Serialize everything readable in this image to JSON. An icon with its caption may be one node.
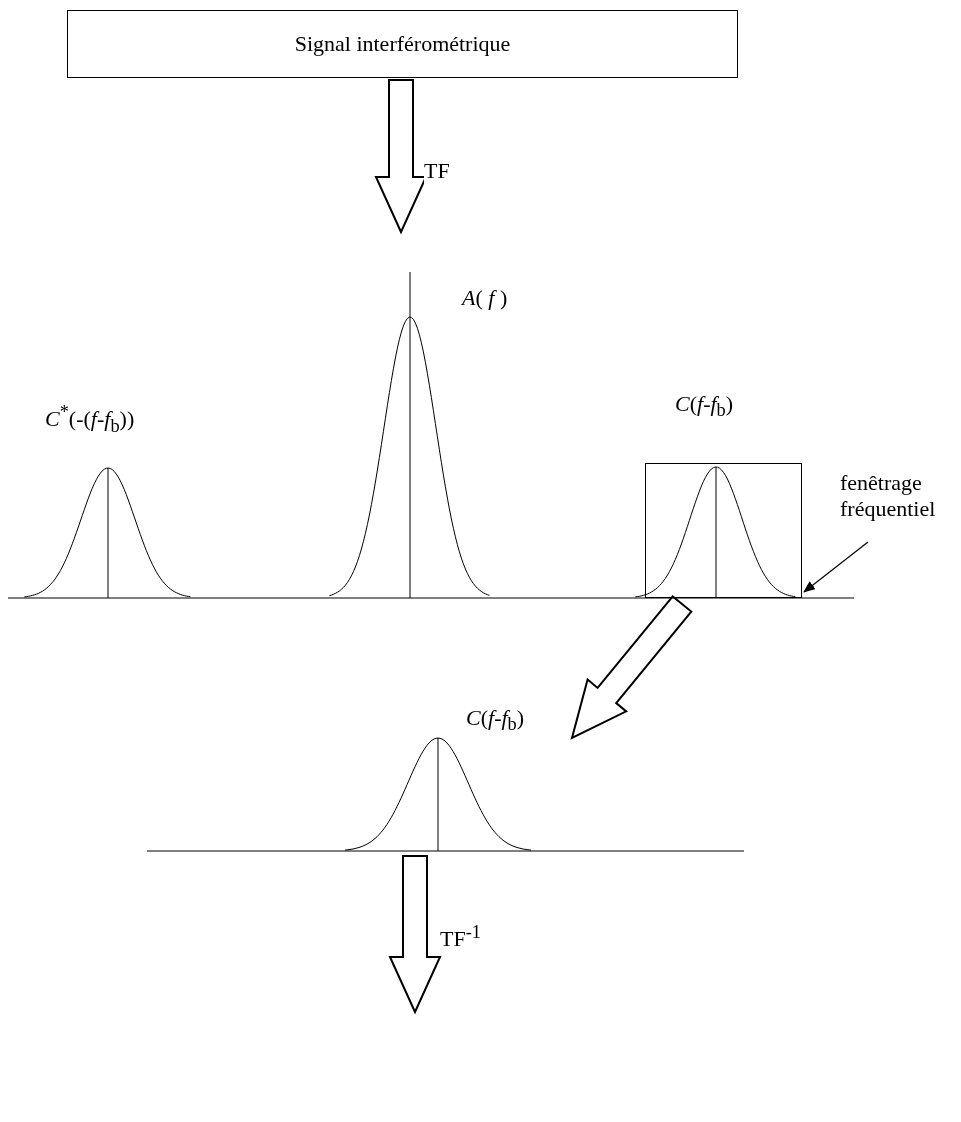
{
  "diagram": {
    "nodes": [
      {
        "text": [
          "Signal interférométrique"
        ]
      },
      {
        "text": [],
        "shape": "picture"
      },
      {
        "text": [],
        "shape": "box",
        "in": 1
      },
      {
        "text": [
          "fenêtrage fréquentiel"
        ]
      },
      {
        "text": [],
        "shape": "picture",
        "beside": [
          "*C*(*f*-*f*$_{b}$)"
        ]
      }
    ],
    "edges": [
      {
        "from": 0,
        "to": 1,
        "arrow": "to",
        "label": "TF",
        "style": "thick"
      },
      {
        "from": 3,
        "to": 2,
        "arrow": "to"
      },
      {
        "from": 1,
        "to": 4,
        "arrow": "to",
        "style": "thick"
      },
      {
        "from": 4,
        "to": null,
        "arrow": "to",
        "label": "TF$^{-1}$",
        "style": "thick"
      }
    ],
    "labels": [
      "*C*$^{*}$(-(*f*-*f*$_{b}$))",
      "*A*( *f* )",
      "*C*(*f*-*f*$_{b}$)"
    ]
  }
}
